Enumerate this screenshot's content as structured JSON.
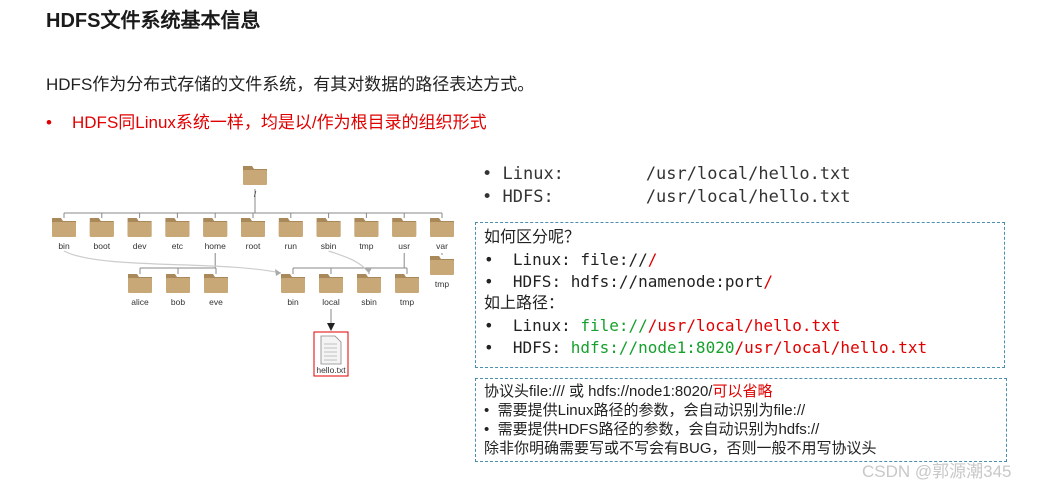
{
  "title": "HDFS文件系统基本信息",
  "intro": "HDFS作为分布式存储的文件系统，有其对数据的路径表达方式。",
  "bullet": "HDFS同Linux系统一样，均是以/作为根目录的组织形式",
  "bullet_marker": "•",
  "tree": {
    "root": "/",
    "level1": [
      "bin",
      "boot",
      "dev",
      "etc",
      "home",
      "root",
      "run",
      "sbin",
      "tmp",
      "usr",
      "var"
    ],
    "home_children": [
      "alice",
      "bob",
      "eve"
    ],
    "usr_children": [
      "bin",
      "local",
      "sbin",
      "tmp"
    ],
    "var_children": [
      "tmp"
    ],
    "file": "hello.txt"
  },
  "paths": [
    {
      "marker": "•",
      "label": "Linux:",
      "value": "/usr/local/hello.txt"
    },
    {
      "marker": "•",
      "label": "HDFS:",
      "value": "/usr/local/hello.txt"
    }
  ],
  "box1": {
    "q": "如何区分呢？",
    "l1_label": "Linux: ",
    "l1_proto": "file://",
    "l1_slash": "/",
    "l2_label": "HDFS: ",
    "l2_proto": "hdfs://namenode:port",
    "l2_slash": "/",
    "ex": "如上路径：",
    "l3_label": "Linux: ",
    "l3_proto": "file://",
    "l3_path": "/usr/local/hello.txt",
    "l4_label": "HDFS: ",
    "l4_proto": "hdfs://node1:8020",
    "l4_path": "/usr/local/hello.txt",
    "marker": "•"
  },
  "box2": {
    "l1_a": "协议头file:/// 或 hdfs://node1:8020/",
    "l1_b": "可以省略",
    "l2": "需要提供Linux路径的参数，会自动识别为file://",
    "l3": "需要提供HDFS路径的参数，会自动识别为hdfs://",
    "l4": "除非你明确需要写或不写会有BUG，否则一般不用写协议头",
    "marker": "•"
  },
  "watermark": "CSDN @郭源潮345",
  "colors": {
    "red": "#e00000",
    "green": "#17a02d",
    "folder": "#c9a877",
    "folder_dark": "#a9895a",
    "box_border": "#4a8fb0"
  }
}
